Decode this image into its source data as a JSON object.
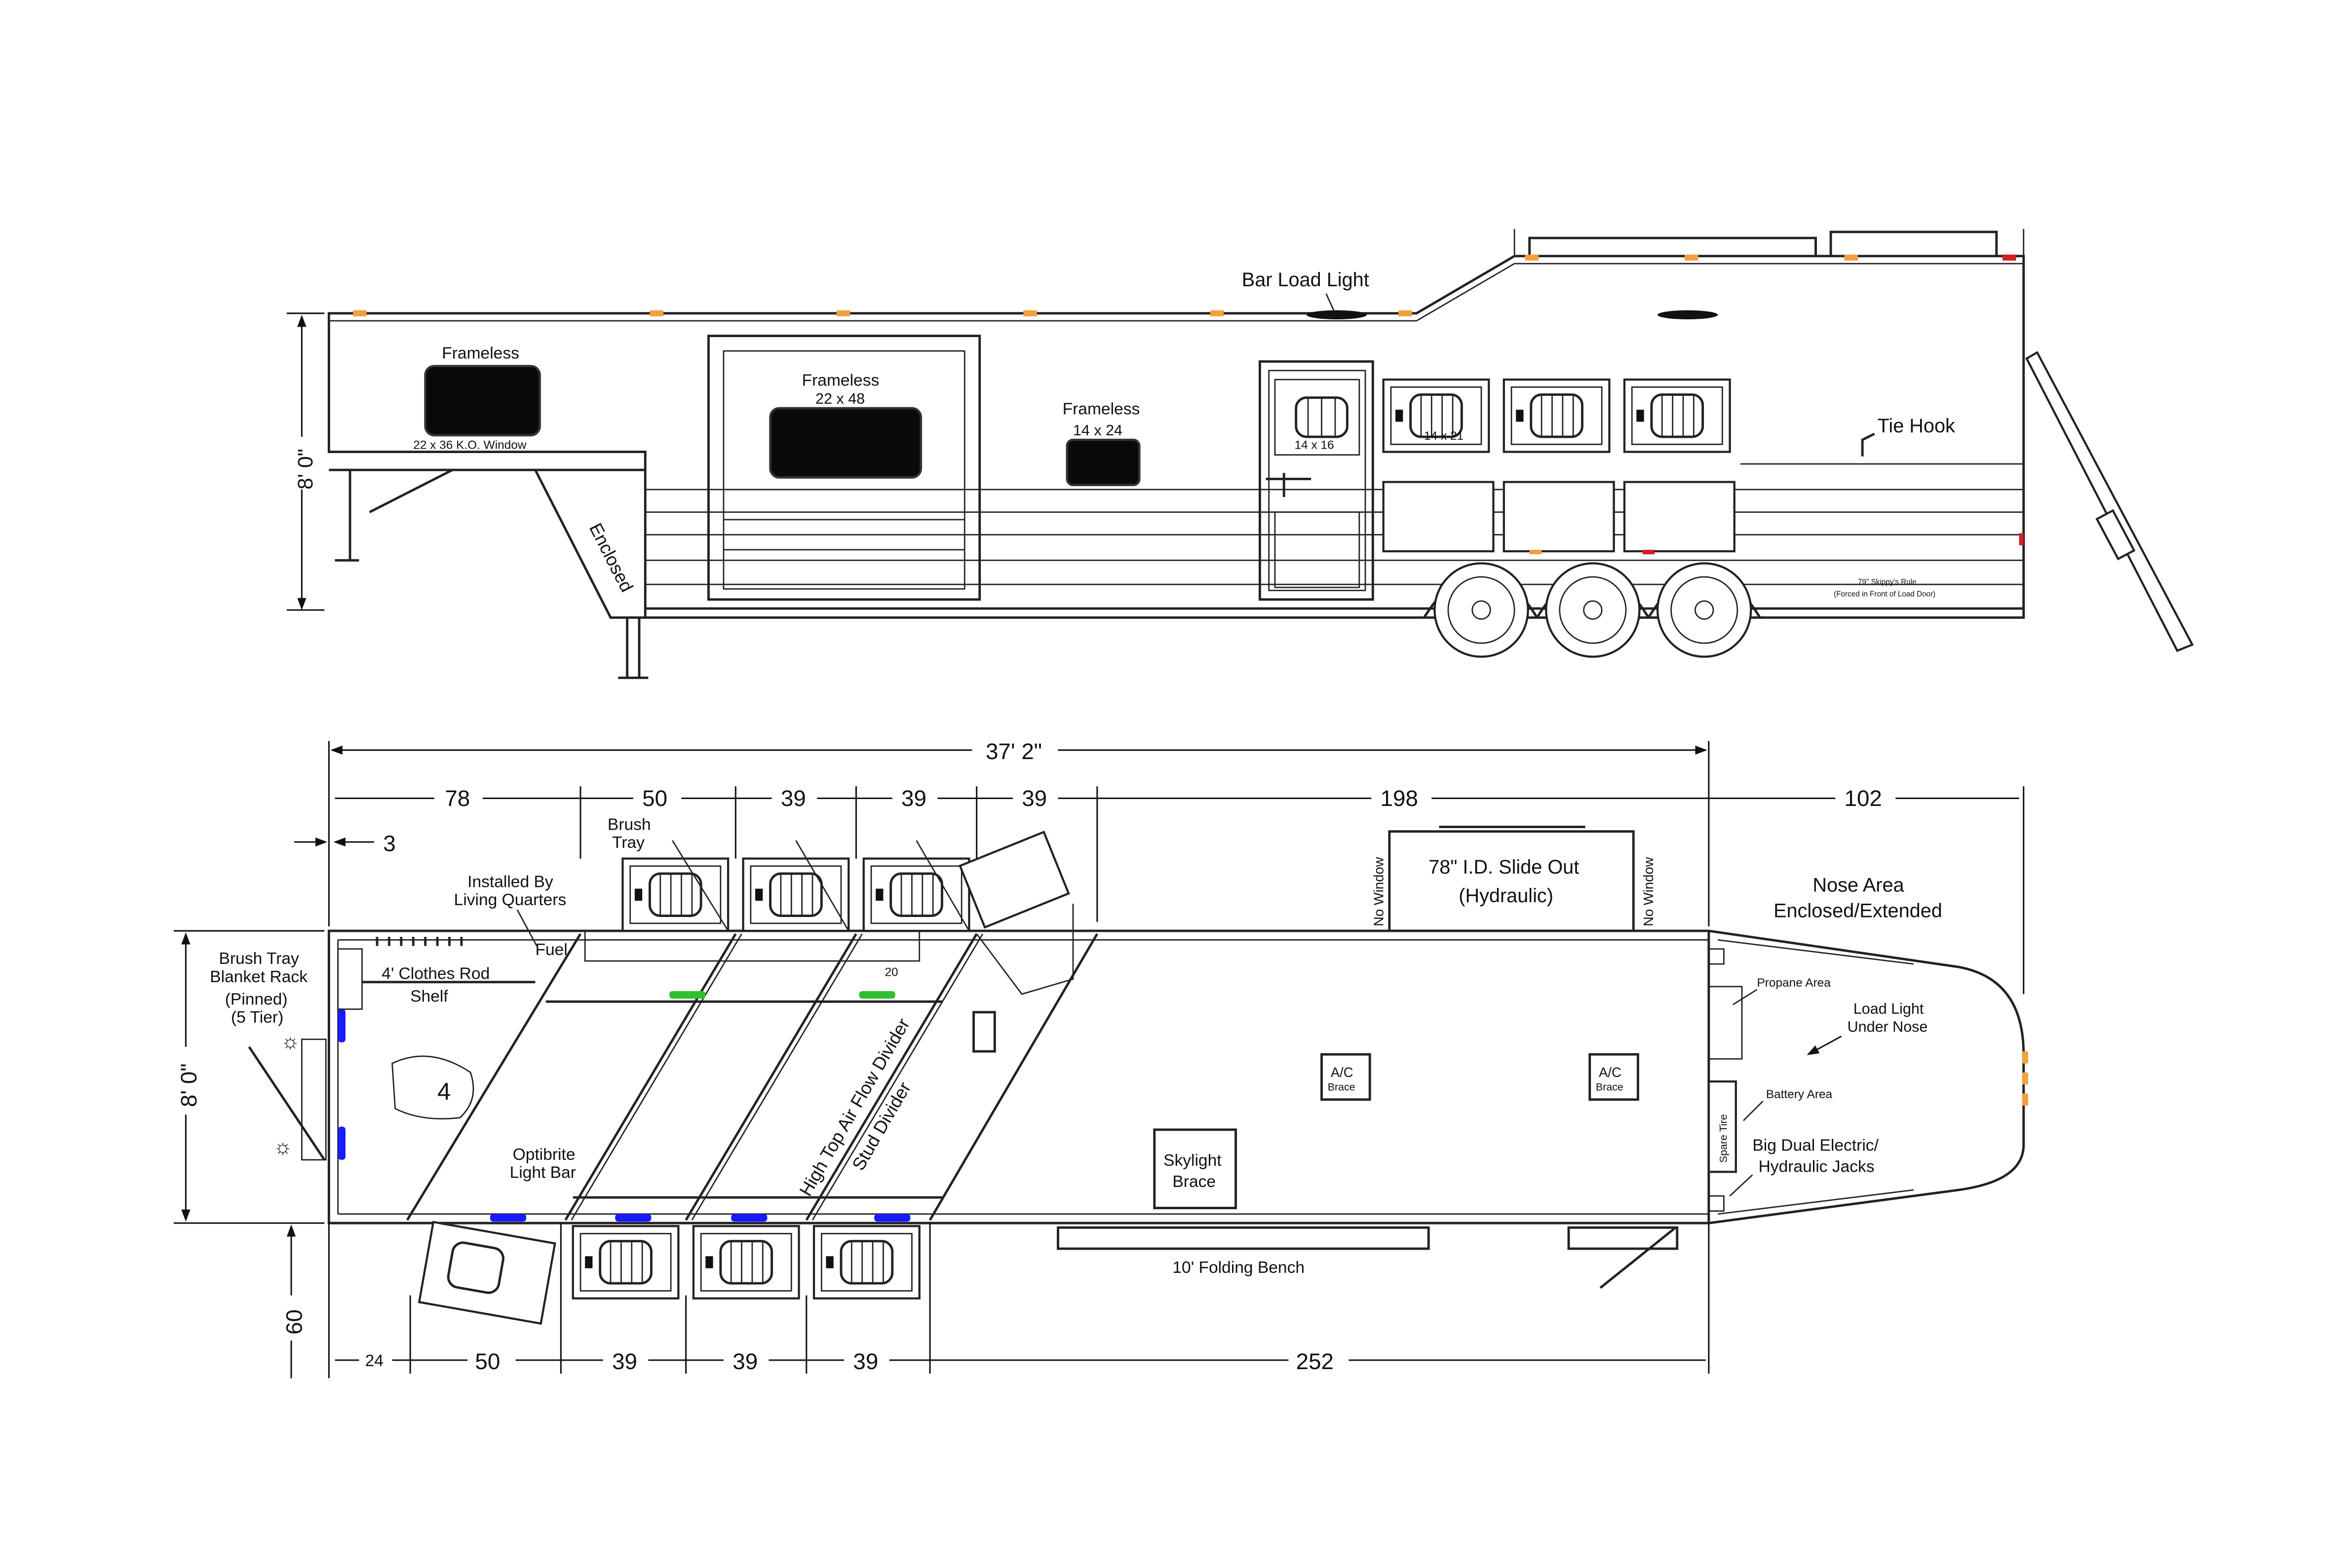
{
  "colors": {
    "amber": "#f2a03d",
    "red": "#d42020",
    "blue": "#1a1aff",
    "green": "#2fbf2f",
    "line": "#222222"
  },
  "side_view": {
    "bar_load_light": "Bar Load Light",
    "window1_label": "Frameless",
    "window1_size": "22 x 36 K.O. Window",
    "window2_label": "Frameless",
    "window2_size": "22 x 48",
    "window3_label": "Frameless",
    "window3_size": "14 x 24",
    "door_window_size": "14 x 16",
    "drop_window_size": "14 x 21",
    "enclosed": "Enclosed",
    "tie_hook": "Tie Hook",
    "skippy_line1": "79\" Skippy's Rule",
    "skippy_line2": "(Forced in Front of Load Door)",
    "height_dim": "8' 0\""
  },
  "floor_plan": {
    "overall_length": "37' 2\"",
    "top_dims": [
      "78",
      "50",
      "39",
      "39",
      "39",
      "198",
      "102"
    ],
    "wall_dim": "3",
    "bottom_dims": [
      "24",
      "50",
      "39",
      "39",
      "39",
      "252"
    ],
    "width_dim": "8' 0\"",
    "door_swing_dim": "60",
    "brush_tray": [
      "Brush",
      "Tray"
    ],
    "installed_by": [
      "Installed By",
      "Living Quarters"
    ],
    "fuel": "Fuel",
    "clothes_rod": "4' Clothes Rod",
    "shelf": "Shelf",
    "blanket_rack": [
      "Brush Tray",
      "Blanket Rack",
      "(Pinned)",
      "(5 Tier)"
    ],
    "saddle_rack_count": "4",
    "divider_clearance": "20",
    "optibrite": [
      "Optibrite",
      "Light Bar"
    ],
    "divider_text1": "High Top Air Flow Divider",
    "divider_text2": "Stud Divider",
    "no_window_left": "No Window",
    "no_window_right": "No Window",
    "slide_out": [
      "78\" I.D. Slide Out",
      "(Hydraulic)"
    ],
    "nose_area": [
      "Nose Area",
      "Enclosed/Extended"
    ],
    "propane_area": "Propane Area",
    "load_light": [
      "Load Light",
      "Under Nose"
    ],
    "battery_area": "Battery Area",
    "spare_tire": "Spare Tire",
    "jacks": [
      "Big Dual Electric/",
      "Hydraulic Jacks"
    ],
    "ac_brace": [
      "A/C",
      "Brace"
    ],
    "skylight_brace": [
      "Skylight",
      "Brace"
    ],
    "folding_bench": "10' Folding Bench"
  }
}
